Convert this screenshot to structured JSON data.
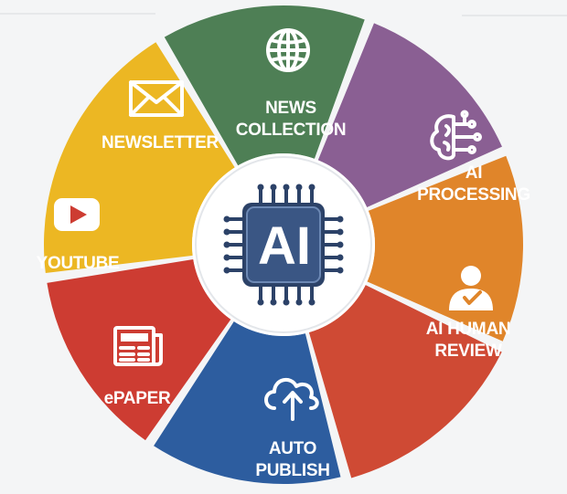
{
  "center": {
    "label": "AI"
  },
  "segments": [
    {
      "id": "news-collection",
      "lines": [
        "NEWS",
        "COLLECTION"
      ],
      "color": "#4e7f55",
      "icon": "globe-icon"
    },
    {
      "id": "ai-processing",
      "lines": [
        "AI",
        "PROCESSING"
      ],
      "color": "#8a5f93",
      "icon": "brain-circuit-icon"
    },
    {
      "id": "ai-human-review",
      "lines": [
        "AI HUMAN",
        "REVIEW"
      ],
      "color": "#e0852a",
      "icon": "reviewer-person-icon"
    },
    {
      "id": "auto-publish",
      "lines": [
        "AUTO",
        "PUBLISH"
      ],
      "color": "#cf4a34",
      "icon": "cloud-upload-icon"
    },
    {
      "id": "epaper",
      "lines": [
        "ePAPER"
      ],
      "color": "#2d5d9f",
      "icon": "newspaper-icon"
    },
    {
      "id": "youtube",
      "lines": [
        "YOUTUBE"
      ],
      "color": "#cd3c32",
      "icon": "youtube-play-icon"
    },
    {
      "id": "newsletter",
      "lines": [
        "NEWSLETTER"
      ],
      "color": "#ecb723",
      "icon": "envelope-icon"
    }
  ],
  "chip": {
    "color": "#2c4268",
    "pin_color": "#2c4268"
  }
}
